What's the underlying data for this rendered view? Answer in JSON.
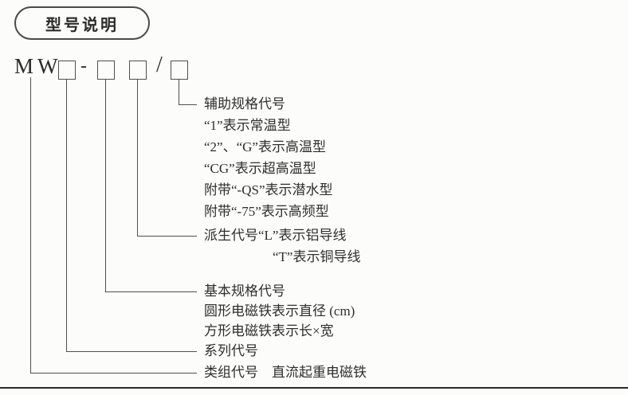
{
  "title": "型号说明",
  "model": {
    "prefix": "MW",
    "dash": "-",
    "slash": "/"
  },
  "legend": {
    "aux": {
      "title": "辅助规格代号",
      "items": [
        "“1”表示常温型",
        "“2”、“G”表示高温型",
        "“CG”表示超高温型",
        "附带“-QS”表示潜水型",
        "附带“-75”表示高频型"
      ]
    },
    "derive": {
      "line1": "派生代号“L”表示铝导线",
      "line2": "“T”表示铜导线"
    },
    "basic": {
      "title": "基本规格代号",
      "items": [
        "圆形电磁铁表示直径 (cm)",
        "方形电磁铁表示长×宽"
      ]
    },
    "series": "系列代号",
    "group": "类组代号　直流起重电磁铁"
  }
}
